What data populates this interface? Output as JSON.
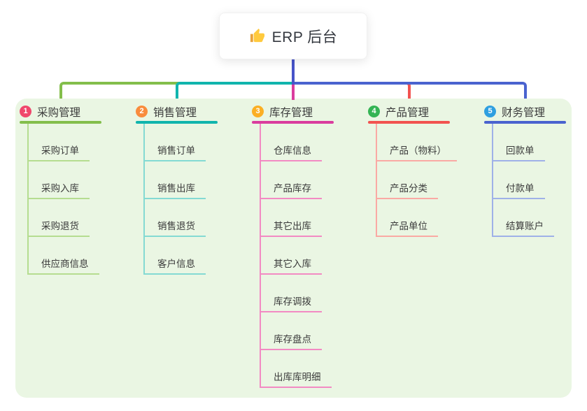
{
  "root": {
    "title": "ERP 后台",
    "icon": "thumbs-up-icon"
  },
  "colors": {
    "panel_bg": "#EAF6E3",
    "stem": "#4754C9",
    "text": "#3B3B3B"
  },
  "branches": [
    {
      "index": "1",
      "label": "采购管理",
      "badge_color": "#F0476C",
      "color": "#83BE4B",
      "light_color": "#B5DD90",
      "children": [
        "采购订单",
        "采购入库",
        "采购退货",
        "供应商信息"
      ]
    },
    {
      "index": "2",
      "label": "销售管理",
      "badge_color": "#F98C3D",
      "color": "#10B5AD",
      "light_color": "#84DAD3",
      "children": [
        "销售订单",
        "销售出库",
        "销售退货",
        "客户信息"
      ]
    },
    {
      "index": "3",
      "label": "库存管理",
      "badge_color": "#FBAF24",
      "color": "#DA3D9E",
      "light_color": "#F28AC3",
      "children": [
        "仓库信息",
        "产品库存",
        "其它出库",
        "其它入库",
        "库存调拨",
        "库存盘点",
        "出库库明细"
      ]
    },
    {
      "index": "4",
      "label": "产品管理",
      "badge_color": "#34B454",
      "color": "#F25350",
      "light_color": "#FAA9A4",
      "children": [
        "产品（物料）",
        "产品分类",
        "产品单位"
      ]
    },
    {
      "index": "5",
      "label": "财务管理",
      "badge_color": "#2F9FE0",
      "color": "#4A63CF",
      "light_color": "#9FB1E8",
      "children": [
        "回款单",
        "付款单",
        "结算账户"
      ]
    }
  ]
}
